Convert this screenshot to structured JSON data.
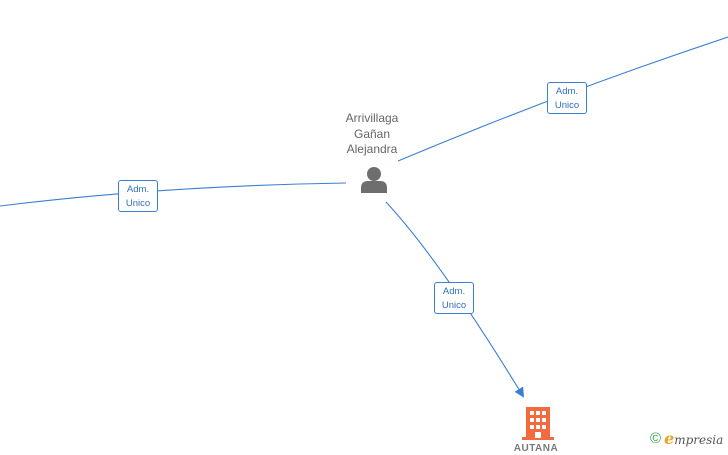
{
  "person": {
    "name_lines": [
      "Arrivillaga",
      "Gañan",
      "Alejandra"
    ],
    "icon": "person-icon"
  },
  "relations": [
    {
      "line1": "Adm.",
      "line2": "Unico"
    },
    {
      "line1": "Adm.",
      "line2": "Unico"
    },
    {
      "line1": "Adm.",
      "line2": "Unico"
    }
  ],
  "company": {
    "name": "AUTANA",
    "icon": "building-icon"
  },
  "watermark": {
    "symbol": "©",
    "brand_initial": "e",
    "brand_rest": "mpresia"
  },
  "colors": {
    "edge": "#3a7fd5",
    "person_icon": "#6e6e6e",
    "company_icon": "#f26a3d"
  }
}
